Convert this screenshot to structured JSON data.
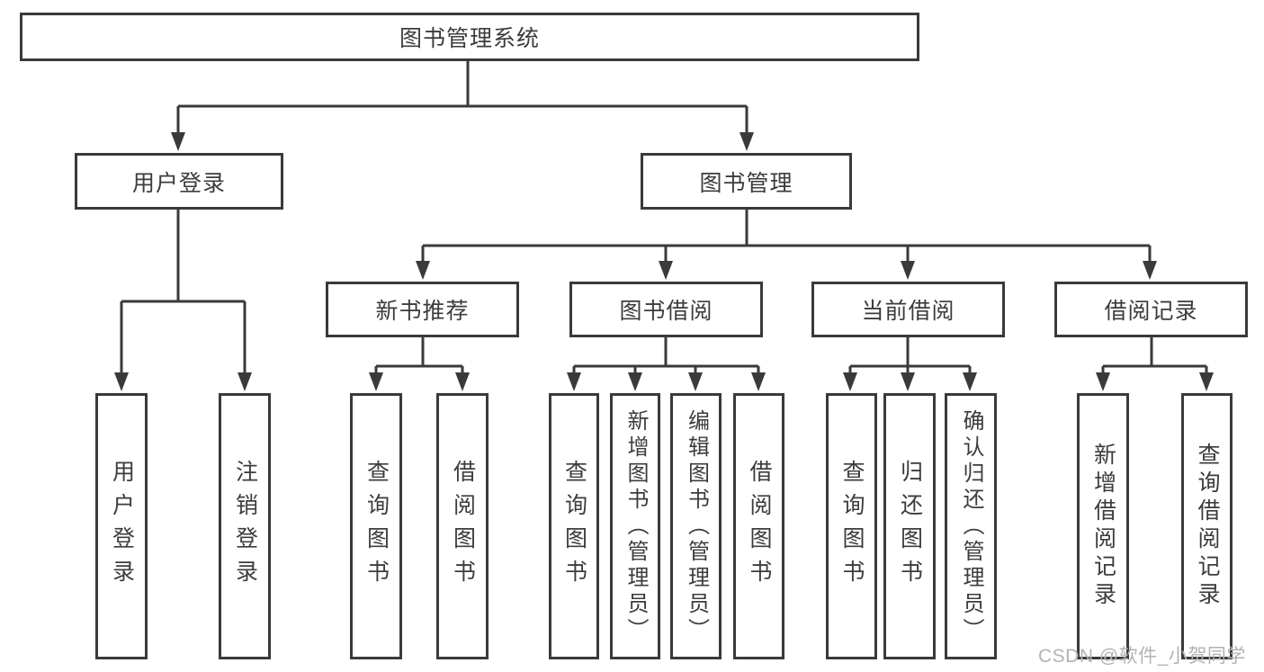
{
  "tree": {
    "root": {
      "label": "图书管理系统"
    },
    "user_login": {
      "label": "用户登录",
      "children": [
        {
          "label": "用户登录"
        },
        {
          "label": "注销登录"
        }
      ]
    },
    "book_mgmt": {
      "label": "图书管理",
      "children": [
        {
          "label": "新书推荐",
          "children": [
            {
              "label": "查询图书"
            },
            {
              "label": "借阅图书"
            }
          ]
        },
        {
          "label": "图书借阅",
          "children": [
            {
              "label": "查询图书"
            },
            {
              "label": "新增图书（管理员）"
            },
            {
              "label": "编辑图书（管理员）"
            },
            {
              "label": "借阅图书"
            }
          ]
        },
        {
          "label": "当前借阅",
          "children": [
            {
              "label": "查询图书"
            },
            {
              "label": "归还图书"
            },
            {
              "label": "确认归还（管理员）"
            }
          ]
        },
        {
          "label": "借阅记录",
          "children": [
            {
              "label": "新增借阅记录"
            },
            {
              "label": "查询借阅记录"
            }
          ]
        }
      ]
    }
  },
  "watermark": {
    "text": "CSDN @软件_小贺同学"
  },
  "colors": {
    "line": "#3a3a3a",
    "text": "#3c3c3c",
    "watermark": "#b3b3b3",
    "background": "#ffffff"
  }
}
